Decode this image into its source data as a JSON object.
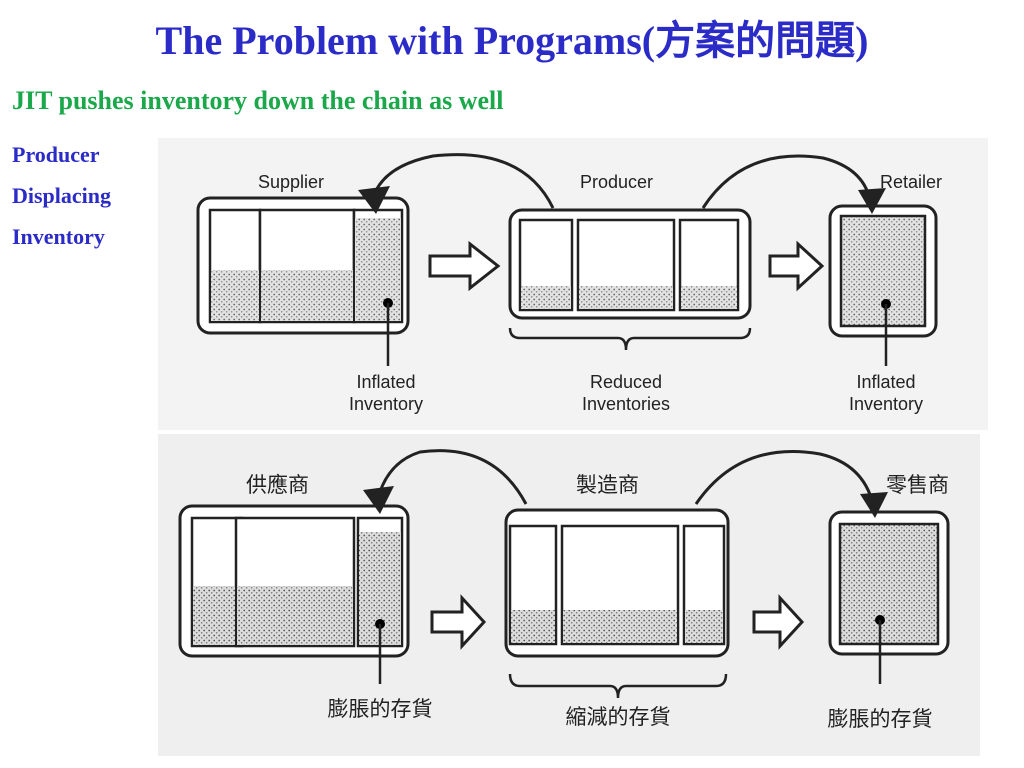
{
  "slide": {
    "title": "The Problem with Programs(方案的問題)",
    "subtitle": "JIT pushes inventory down the chain as well",
    "sidebar": [
      "Producer",
      "Displacing",
      "Inventory"
    ]
  },
  "figure_en": {
    "supplier": "Supplier",
    "producer": "Producer",
    "retailer": "Retailer",
    "inflated_left": [
      "Inflated",
      "Inventory"
    ],
    "reduced": [
      "Reduced",
      "Inventories"
    ],
    "inflated_right": [
      "Inflated",
      "Inventory"
    ]
  },
  "figure_zh": {
    "supplier": "供應商",
    "producer": "製造商",
    "retailer": "零售商",
    "inflated_left": "膨脹的存貨",
    "reduced": "縮減的存貨",
    "inflated_right": "膨脹的存貨"
  }
}
